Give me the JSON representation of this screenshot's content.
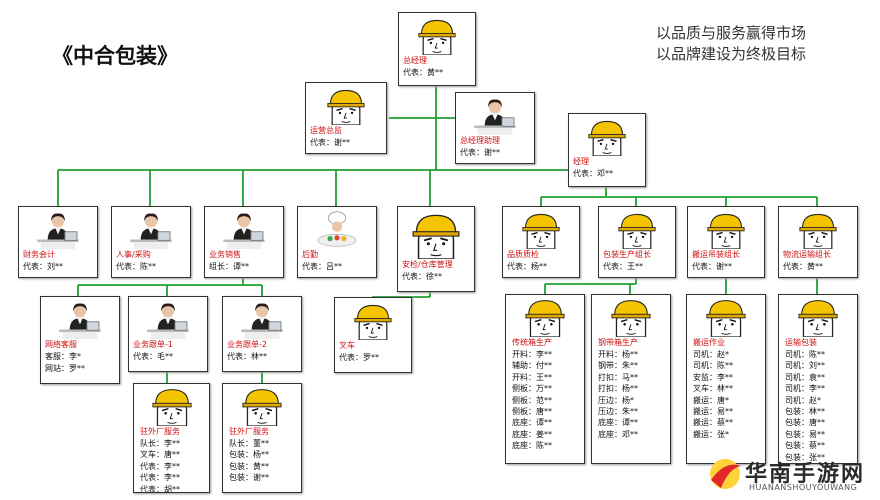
{
  "title": "《中合包装》",
  "slogan": [
    "以品质与服务赢得市场",
    "以品牌建设为终极目标"
  ],
  "nodes": [
    {
      "id": "gm",
      "role": "总经理",
      "rep": "代表：黄**",
      "pic": "helmet"
    },
    {
      "id": "ops",
      "role": "运营总监",
      "rep": "代表：谢**",
      "pic": "helmet"
    },
    {
      "id": "gma",
      "role": "总经理助理",
      "rep": "代表：谢**",
      "pic": "female"
    },
    {
      "id": "mgr",
      "role": "经理",
      "rep": "代表：邓**",
      "pic": "helmet"
    },
    {
      "id": "fin",
      "role": "财务会计",
      "rep": "代表：刘**",
      "pic": "female"
    },
    {
      "id": "hr",
      "role": "人事/采购",
      "rep": "代表：陈**",
      "pic": "female"
    },
    {
      "id": "sales",
      "role": "业务销售",
      "rep": "组长：谭**",
      "pic": "female"
    },
    {
      "id": "logis",
      "role": "后勤",
      "rep": "代表：吕**",
      "pic": "chef"
    },
    {
      "id": "wh",
      "role": "安检/仓库管理",
      "rep": "代表：徐**",
      "pic": "helmet"
    },
    {
      "id": "qc",
      "role": "品质质检",
      "rep": "代表：杨**",
      "pic": "helmet"
    },
    {
      "id": "pack",
      "role": "包装生产组长",
      "rep": "代表：王**",
      "pic": "helmet"
    },
    {
      "id": "lift",
      "role": "搬运吊装组长",
      "rep": "代表：谢**",
      "pic": "helmet"
    },
    {
      "id": "trans",
      "role": "物流运输组长",
      "rep": "代表：黄**",
      "pic": "helmet"
    },
    {
      "id": "net",
      "role": "网络客服",
      "rep": "客服：李*",
      "rep2": "网站：罗**",
      "pic": "female"
    },
    {
      "id": "s1",
      "role": "业务跟单-1",
      "rep": "代表：毛**",
      "pic": "female"
    },
    {
      "id": "s2",
      "role": "业务跟单-2",
      "rep": "代表：林**",
      "pic": "female"
    },
    {
      "id": "fork",
      "role": "叉车",
      "rep": "代表：罗**",
      "pic": "helmet"
    }
  ],
  "teams": [
    {
      "id": "f1",
      "role": "驻外厂服务",
      "staff": [
        "队长：李**",
        "叉车：唐**",
        "代表：李**",
        "代表：李**",
        "代表：胡**"
      ]
    },
    {
      "id": "f2",
      "role": "驻外厂服务",
      "staff": [
        "队长：董**",
        "包装：杨**",
        "包装：黄**",
        "包装：谢**"
      ]
    },
    {
      "id": "t1",
      "role": "传统箱生产",
      "staff": [
        "开料：李**",
        "辅助：付**",
        "开料：王**",
        "侧板：万**",
        "侧板：范**",
        "侧板：唐**",
        "底座：谭**",
        "底座：姜**",
        "底座：陈**"
      ]
    },
    {
      "id": "t2",
      "role": "钢带箱生产",
      "staff": [
        "开料：杨**",
        "钢带：朱**",
        "打扣：马**",
        "打扣：杨**",
        "压边：杨*",
        "压边：朱**",
        "底座：谭**",
        "底座：邓**"
      ]
    },
    {
      "id": "t3",
      "role": "搬运作业",
      "staff": [
        "司机：赵*",
        "司机：陈**",
        "安监：李**",
        "叉车：林**",
        "搬运：唐*",
        "搬运：易**",
        "搬运：蔡**",
        "搬运：张*"
      ]
    },
    {
      "id": "t4",
      "role": "运输包装",
      "staff": [
        "司机：陈**",
        "司机：刘**",
        "司机：袁**",
        "司机：李**",
        "司机：赵*",
        "包装：林**",
        "包装：唐**",
        "包装：易**",
        "包装：蔡**",
        "包装：张**"
      ]
    }
  ],
  "watermark": {
    "main": "华南手游网",
    "sub": "HUANANSHOUYOUWANG"
  }
}
